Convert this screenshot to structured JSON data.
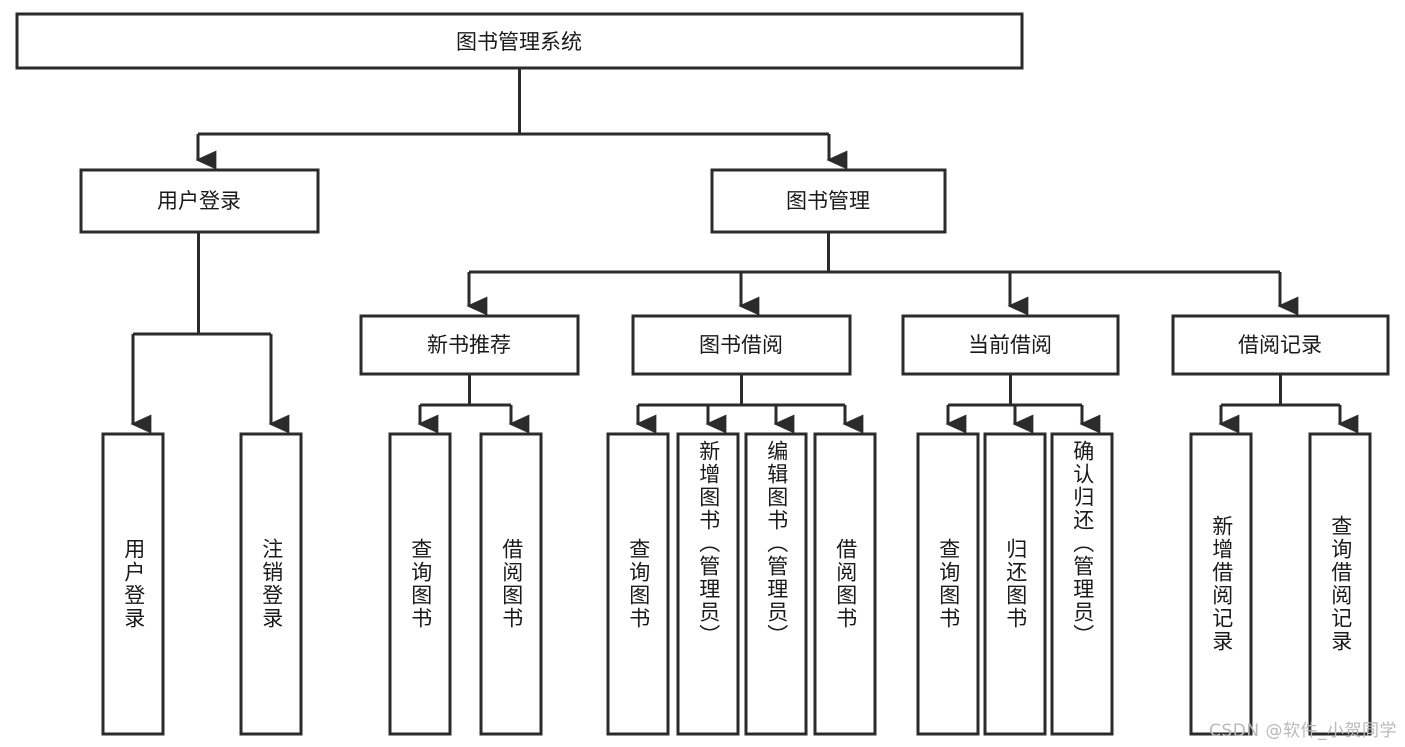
{
  "diagram": {
    "type": "tree",
    "title": "图书管理系统",
    "root": {
      "id": "root",
      "label": "图书管理系统"
    },
    "level2": [
      {
        "id": "user-login",
        "label": "用户登录"
      },
      {
        "id": "book-manage",
        "label": "图书管理"
      }
    ],
    "level3": [
      {
        "id": "new-book-recommend",
        "label": "新书推荐",
        "parent": "book-manage"
      },
      {
        "id": "book-borrow",
        "label": "图书借阅",
        "parent": "book-manage"
      },
      {
        "id": "current-borrow",
        "label": "当前借阅",
        "parent": "book-manage"
      },
      {
        "id": "borrow-record",
        "label": "借阅记录",
        "parent": "book-manage"
      }
    ],
    "leaves": [
      {
        "id": "leaf-user-login",
        "label": "用户登录",
        "parent": "user-login"
      },
      {
        "id": "leaf-logout",
        "label": "注销登录",
        "parent": "user-login"
      },
      {
        "id": "leaf-query-book-1",
        "label": "查询图书",
        "parent": "new-book-recommend"
      },
      {
        "id": "leaf-borrow-book-1",
        "label": "借阅图书",
        "parent": "new-book-recommend"
      },
      {
        "id": "leaf-query-book-2",
        "label": "查询图书",
        "parent": "book-borrow"
      },
      {
        "id": "leaf-add-book",
        "label": "新增图书（管理员）",
        "parent": "book-borrow"
      },
      {
        "id": "leaf-edit-book",
        "label": "编辑图书（管理员）",
        "parent": "book-borrow"
      },
      {
        "id": "leaf-borrow-book-2",
        "label": "借阅图书",
        "parent": "book-borrow"
      },
      {
        "id": "leaf-query-book-3",
        "label": "查询图书",
        "parent": "current-borrow"
      },
      {
        "id": "leaf-return-book",
        "label": "归还图书",
        "parent": "current-borrow"
      },
      {
        "id": "leaf-confirm-return",
        "label": "确认归还（管理员）",
        "parent": "current-borrow"
      },
      {
        "id": "leaf-add-record",
        "label": "新增借阅记录",
        "parent": "borrow-record"
      },
      {
        "id": "leaf-query-record",
        "label": "查询借阅记录",
        "parent": "borrow-record"
      }
    ],
    "colors": {
      "stroke": "#2b2b2b",
      "fill": "#ffffff",
      "text": "#1a1a1a",
      "watermark": "#b9b9b9"
    }
  },
  "watermark": {
    "text": "CSDN @软件_小贺同学"
  }
}
